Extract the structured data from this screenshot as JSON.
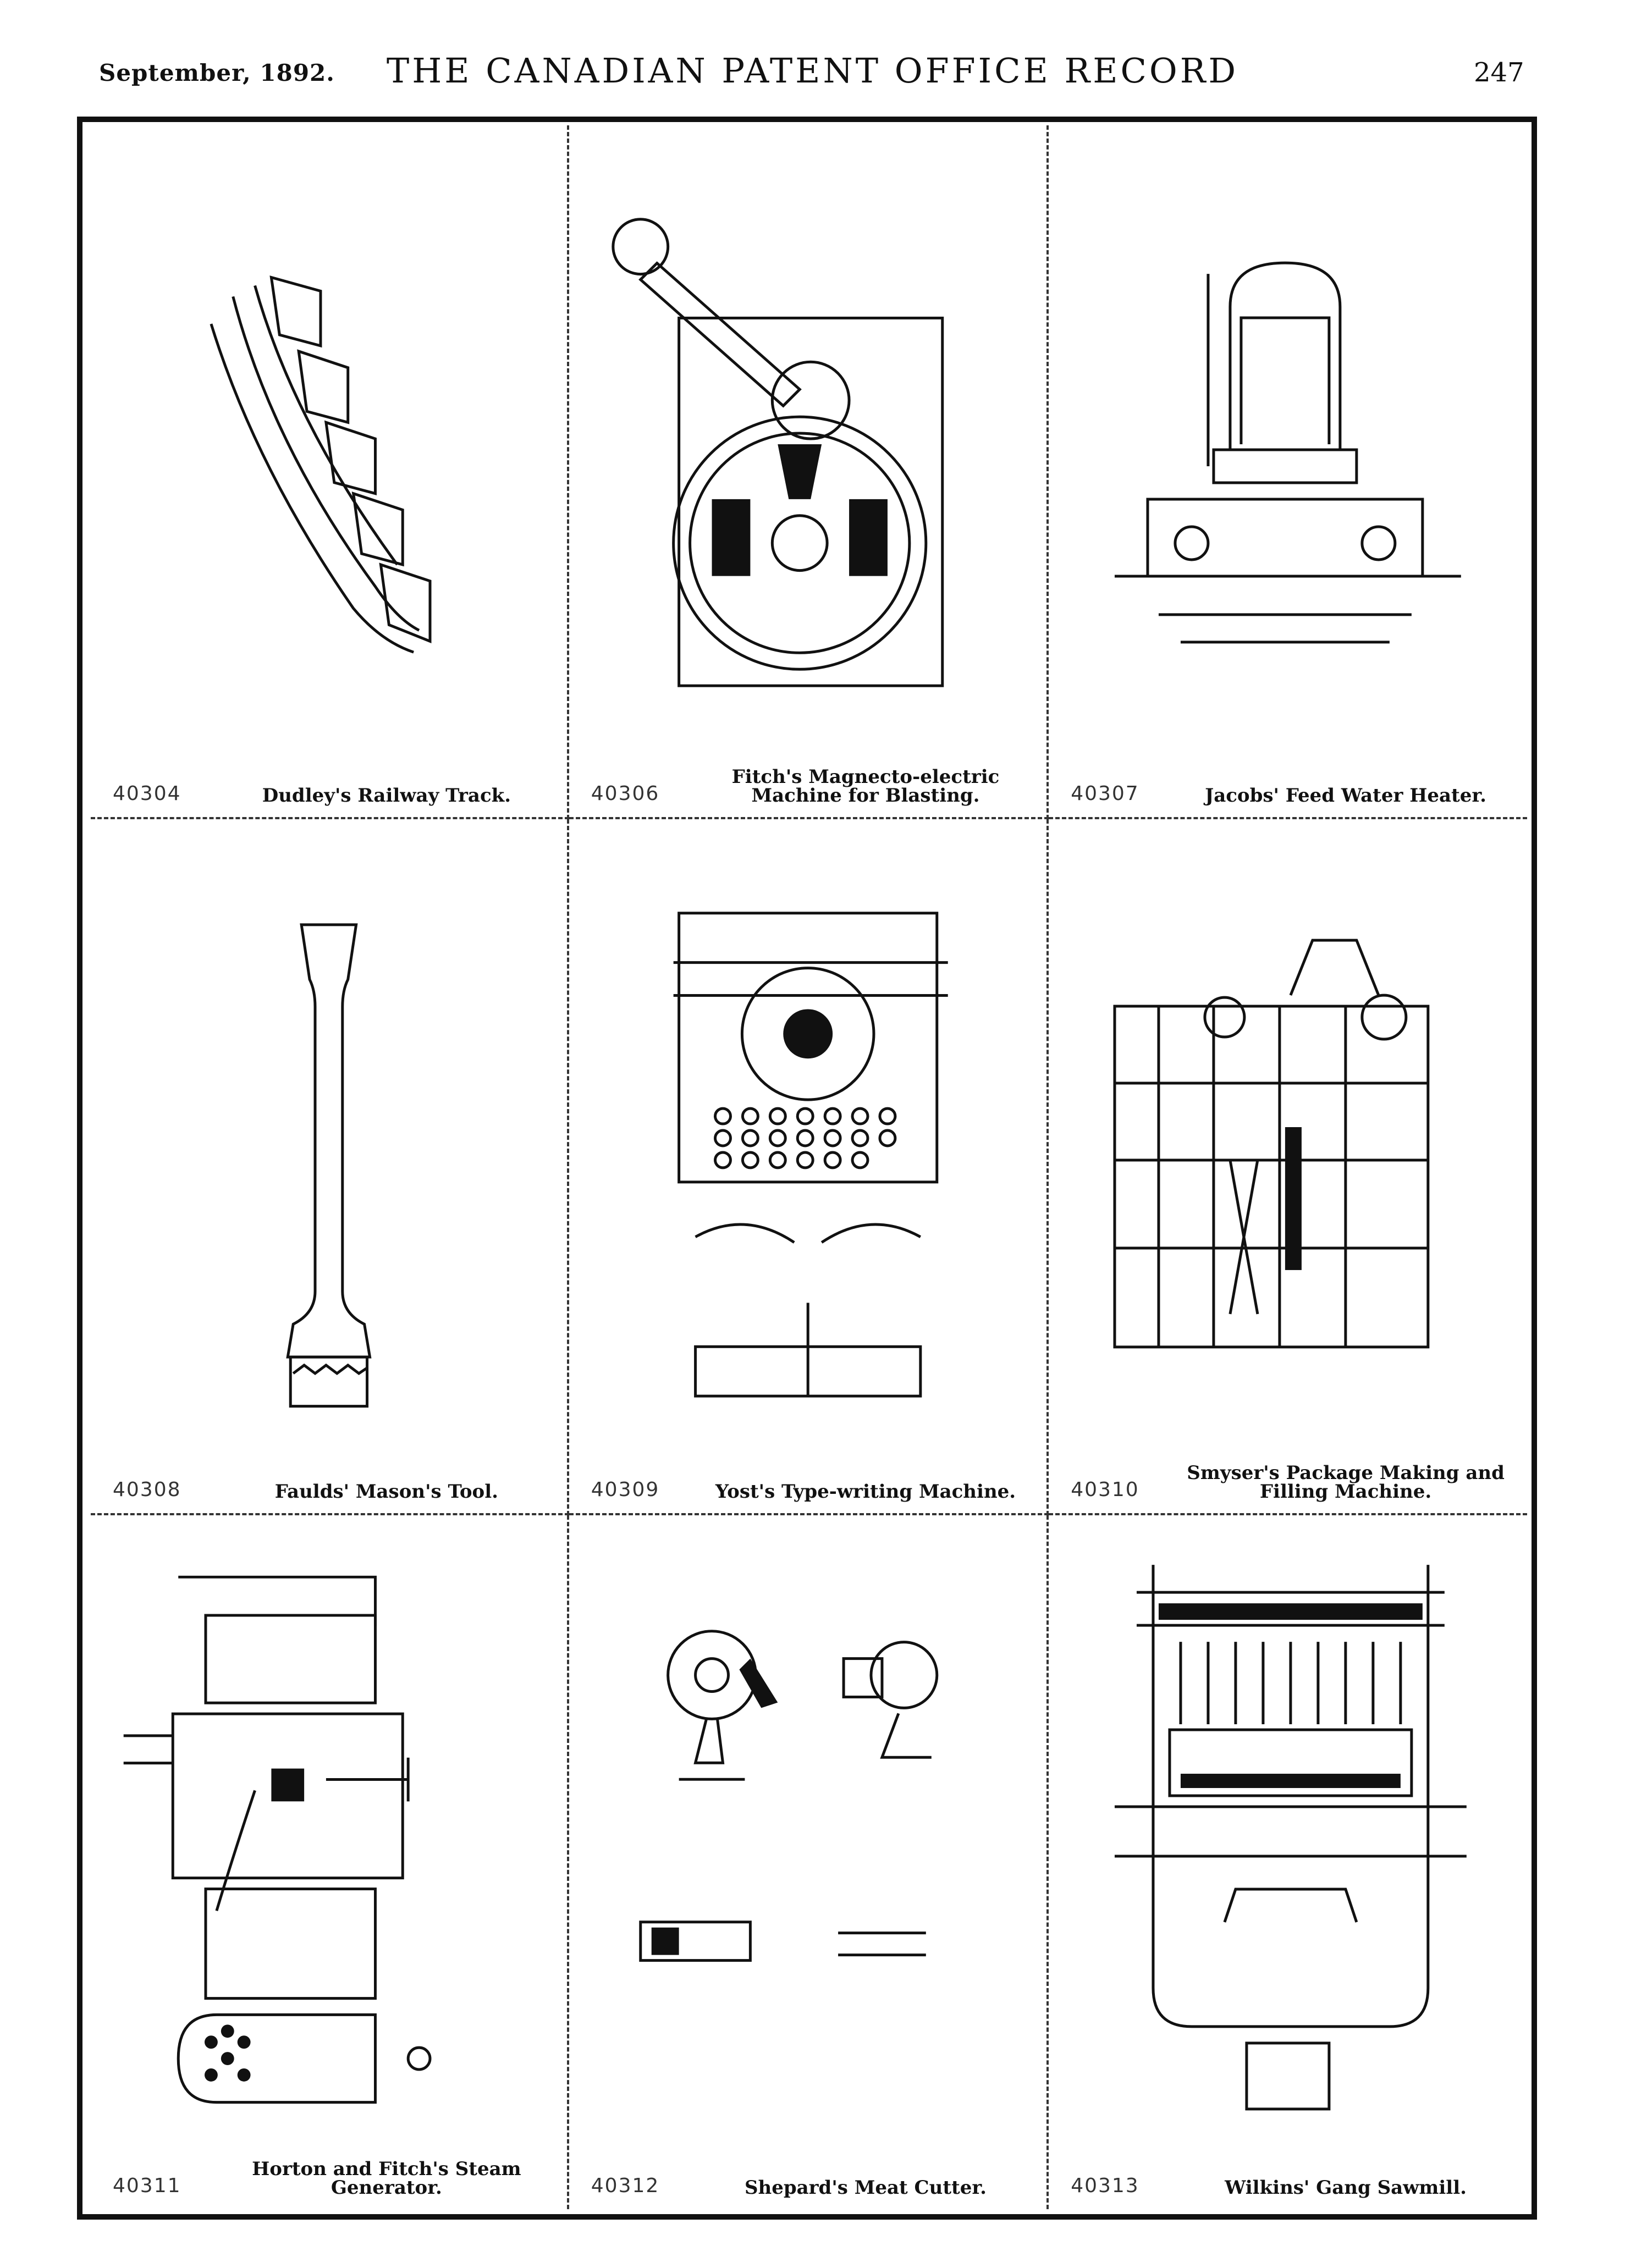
{
  "header": {
    "date": "September, 1892.",
    "title": "THE CANADIAN PATENT OFFICE RECORD",
    "page": "247"
  },
  "patents": [
    {
      "number": "40304",
      "title": "Dudley's Railway Track.",
      "illustration": "railway-track-drawing"
    },
    {
      "number": "40306",
      "title": "Fitch's Magnecto-electric Machine for Blasting.",
      "illustration": "magneto-machine-drawing"
    },
    {
      "number": "40307",
      "title": "Jacobs' Feed Water Heater.",
      "illustration": "water-heater-drawing"
    },
    {
      "number": "40308",
      "title": "Faulds' Mason's Tool.",
      "illustration": "masons-tool-drawing"
    },
    {
      "number": "40309",
      "title": "Yost's Type-writing Machine.",
      "illustration": "typewriter-drawing"
    },
    {
      "number": "40310",
      "title": "Smyser's Package Making and Filling Machine.",
      "illustration": "package-machine-drawing"
    },
    {
      "number": "40311",
      "title": "Horton and Fitch's Steam Generator.",
      "illustration": "steam-generator-drawing"
    },
    {
      "number": "40312",
      "title": "Shepard's Meat Cutter.",
      "illustration": "meat-cutter-drawing"
    },
    {
      "number": "40313",
      "title": "Wilkins' Gang Sawmill.",
      "illustration": "gang-sawmill-drawing"
    }
  ]
}
